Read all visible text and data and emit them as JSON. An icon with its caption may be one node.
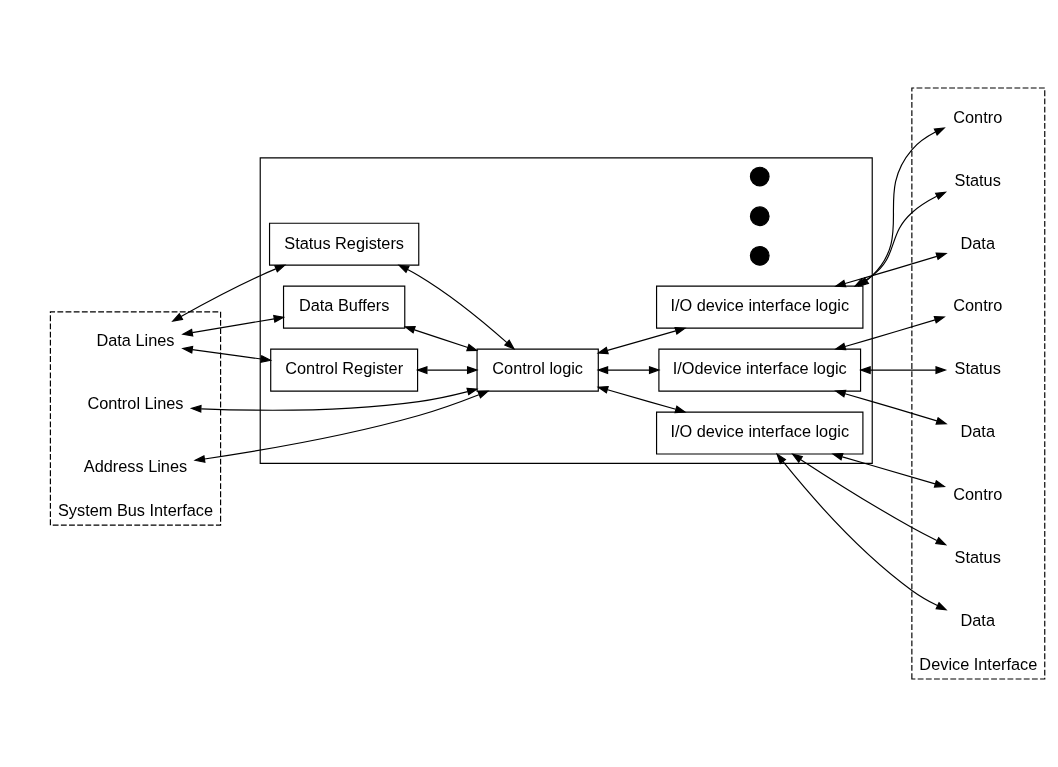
{
  "diagram": {
    "nodes": [
      {
        "text": [
          "System Bus Interface"
        ]
      },
      {
        "text": [
          "Data Lines"
        ],
        "in": 0
      },
      {
        "text": [
          "Address Lines"
        ],
        "in": 0
      },
      {
        "text": [
          "Control Lines"
        ],
        "in": 0
      },
      {
        "text": [],
        "shape": "box"
      },
      {
        "text": [
          "Data Buffers"
        ],
        "in": 4
      },
      {
        "text": [
          "Status Registers"
        ],
        "in": 4
      },
      {
        "text": [
          "Control Register"
        ],
        "in": 4
      },
      {
        "text": [
          "Control logic"
        ],
        "in": 4
      },
      {
        "text": [
          "I/Odevice interface logic"
        ],
        "in": 4
      },
      {
        "text": [
          "I/O device interface logic"
        ],
        "in": 4
      },
      {
        "text": [],
        "shape": "circle",
        "in": 4
      },
      {
        "text": [],
        "shape": "circle",
        "in": 4
      },
      {
        "text": [],
        "shape": "circle",
        "in": 4
      },
      {
        "text": [
          "I/O device interface logic"
        ],
        "in": 4
      },
      {
        "text": [
          "Device Interface"
        ]
      },
      {
        "text": [
          "Data"
        ],
        "in": 15
      },
      {
        "text": [
          "Status"
        ],
        "in": 15
      },
      {
        "text": [
          "Contro"
        ],
        "in": 15
      },
      {
        "text": [
          "Data"
        ],
        "in": 15
      },
      {
        "text": [
          "Status"
        ],
        "in": 15
      },
      {
        "text": [
          "Contro"
        ],
        "in": 15
      },
      {
        "text": [
          "Data"
        ],
        "in": 15
      },
      {
        "text": [
          "Status"
        ],
        "in": 15
      },
      {
        "text": [
          "Contro"
        ],
        "in": 15
      }
    ],
    "edges": [
      {
        "from": 1,
        "to": 5,
        "arrow": "both"
      },
      {
        "from": 1,
        "to": 6,
        "arrow": "both"
      },
      {
        "from": 1,
        "to": 7,
        "arrow": "both"
      },
      {
        "from": 5,
        "to": 8,
        "arrow": "both"
      },
      {
        "from": 6,
        "to": 8,
        "arrow": "both"
      },
      {
        "from": 7,
        "to": 8,
        "arrow": "both"
      },
      {
        "from": 2,
        "to": 8,
        "arrow": "both"
      },
      {
        "from": 3,
        "to": 8,
        "arrow": "both"
      },
      {
        "from": 8,
        "to": 9,
        "arrow": "both"
      },
      {
        "from": 8,
        "to": 10,
        "arrow": "both"
      },
      {
        "from": 8,
        "to": 14,
        "arrow": "both"
      },
      {
        "from": 9,
        "to": 16,
        "arrow": "both"
      },
      {
        "from": 9,
        "to": 17,
        "arrow": "both"
      },
      {
        "from": 9,
        "to": 18,
        "arrow": "both"
      },
      {
        "from": 10,
        "to": 19,
        "arrow": "both"
      },
      {
        "from": 10,
        "to": 20,
        "arrow": "both"
      },
      {
        "from": 10,
        "to": 21,
        "arrow": "both"
      },
      {
        "from": 14,
        "to": 22,
        "arrow": "both"
      },
      {
        "from": 14,
        "to": 23,
        "arrow": "both"
      },
      {
        "from": 14,
        "to": 24,
        "arrow": "both"
      }
    ]
  }
}
